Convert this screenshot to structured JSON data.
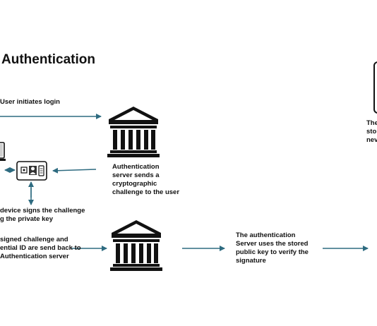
{
  "diagram": {
    "title": "Authentication",
    "labels": {
      "user_initiates": "User initiates login",
      "server_challenge_1": "Authentication",
      "server_challenge_2": "server sends a",
      "server_challenge_3": "cryptographic",
      "server_challenge_4": "challenge to the user",
      "device_signs_1": "device signs the challenge",
      "device_signs_2": "g the private key",
      "signed_back_1": "signed challenge and",
      "signed_back_2": "ential ID are send back to",
      "signed_back_3": "Authentication server",
      "verify_1": "The authentication",
      "verify_2": "Server uses the stored",
      "verify_3": "public key to verify the",
      "verify_4": "signature",
      "right_1": "The",
      "right_2": "sto",
      "right_3": "nev"
    },
    "colors": {
      "arrow": "#2e6b80",
      "icon": "#111111"
    },
    "icons": [
      "bank-building-icon",
      "id-card-icon",
      "laptop-icon",
      "phone-icon"
    ]
  }
}
